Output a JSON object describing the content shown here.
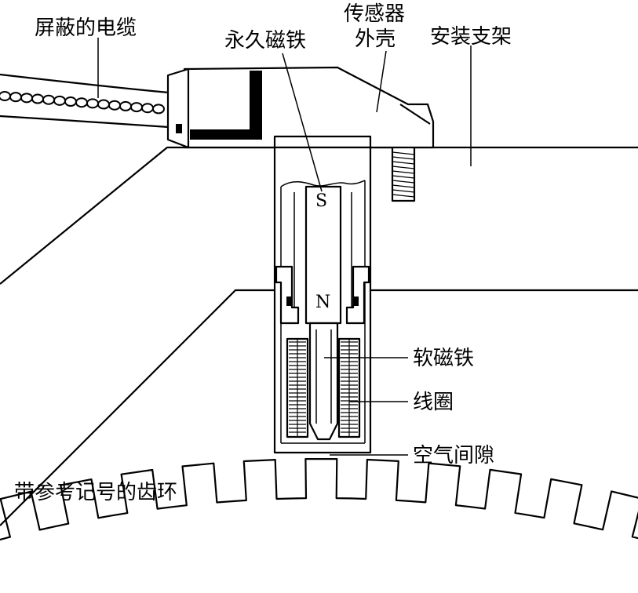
{
  "labels": {
    "shielded_cable": "屏蔽的电缆",
    "permanent_magnet": "永久磁铁",
    "sensor_housing_line1": "传感器",
    "sensor_housing_line2": "外壳",
    "mounting_bracket": "安装支架",
    "soft_iron": "软磁铁",
    "coil": "线圈",
    "air_gap": "空气间隙",
    "reference_tooth_ring": "带参考记号的齿环"
  },
  "pole_marks": {
    "south": "S",
    "north": "N"
  },
  "colors": {
    "line": "#000000",
    "background": "#ffffff"
  }
}
